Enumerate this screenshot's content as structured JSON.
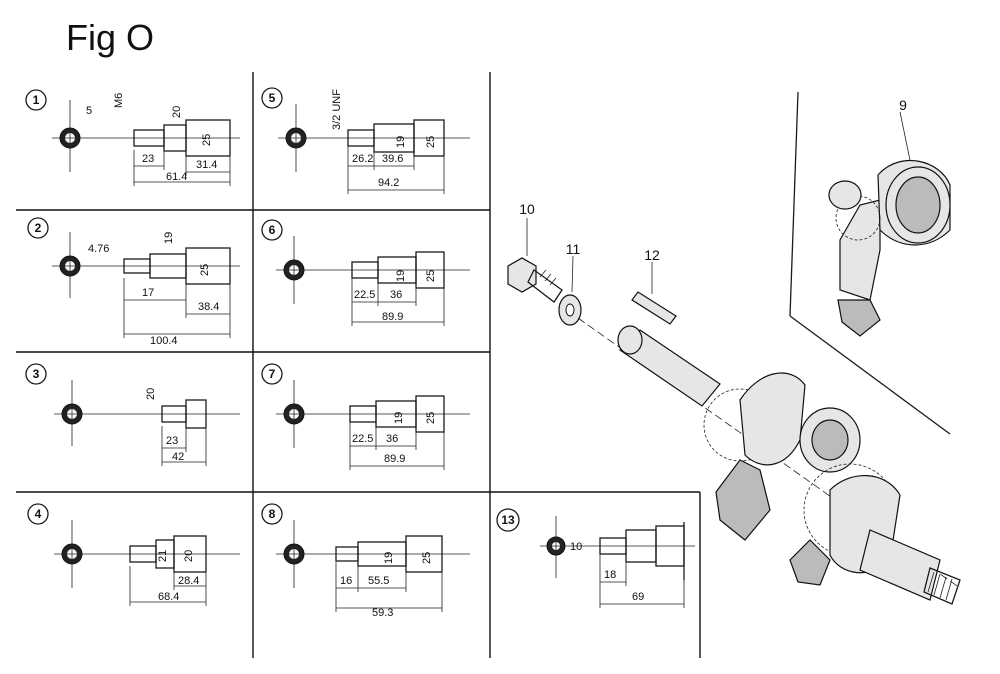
{
  "figure_title": "Fig O",
  "cells": [
    {
      "num": "1",
      "labels": [
        "5",
        "M6",
        "20",
        "25",
        "23",
        "31.4",
        "61.4"
      ]
    },
    {
      "num": "2",
      "labels": [
        "4.76",
        "19",
        "25",
        "17",
        "38.4",
        "100.4"
      ]
    },
    {
      "num": "3",
      "labels": [
        "20",
        "23",
        "42"
      ]
    },
    {
      "num": "4",
      "labels": [
        "21",
        "20",
        "28.4",
        "68.4"
      ]
    },
    {
      "num": "5",
      "labels": [
        "3/2 UNF",
        "19",
        "25",
        "26.2",
        "39.6",
        "94.2"
      ]
    },
    {
      "num": "6",
      "labels": [
        "19",
        "25",
        "22.5",
        "36",
        "89.9"
      ]
    },
    {
      "num": "7",
      "labels": [
        "19",
        "25",
        "22.5",
        "36",
        "89.9"
      ]
    },
    {
      "num": "8",
      "labels": [
        "19",
        "25",
        "16",
        "55.5",
        "59.3"
      ]
    },
    {
      "num": "13",
      "labels": [
        "10",
        "18",
        "69"
      ]
    }
  ],
  "parts": [
    {
      "num": "9"
    },
    {
      "num": "10"
    },
    {
      "num": "11"
    },
    {
      "num": "12"
    }
  ]
}
